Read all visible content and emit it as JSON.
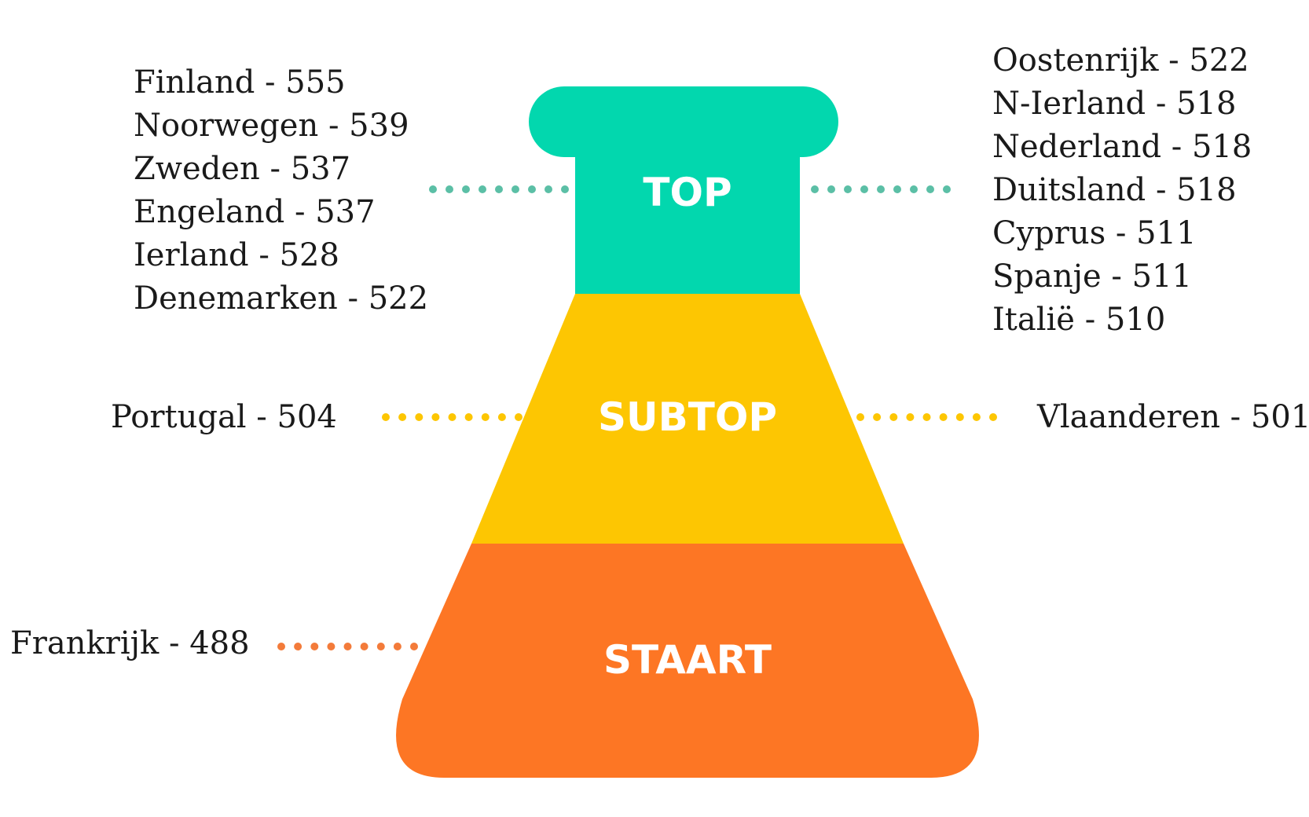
{
  "colors": {
    "top": "#02D7AE",
    "subtop": "#FDC602",
    "staart": "#FD7624",
    "top_dots": "#5BBFA6",
    "subtop_dots": "#FDC602",
    "staart_dots": "#F37B3A",
    "label": "#ffffff",
    "text": "#1a1a1a"
  },
  "tiers": [
    {
      "id": "top",
      "label": "TOP"
    },
    {
      "id": "subtop",
      "label": "SUBTOP"
    },
    {
      "id": "staart",
      "label": "STAART"
    }
  ],
  "groups": {
    "top_left": [
      "Finland - 555",
      "Noorwegen - 539",
      "Zweden - 537",
      "Engeland - 537",
      "Ierland - 528",
      "Denemarken - 522"
    ],
    "top_right": [
      "Oostenrijk - 522",
      "N-Ierland - 518",
      "Nederland - 518",
      "Duitsland - 518",
      "Cyprus - 511",
      "Spanje - 511",
      "Italië - 510"
    ],
    "subtop_left": "Portugal - 504",
    "subtop_right": "Vlaanderen - 501",
    "staart_left": "Frankrijk - 488"
  }
}
